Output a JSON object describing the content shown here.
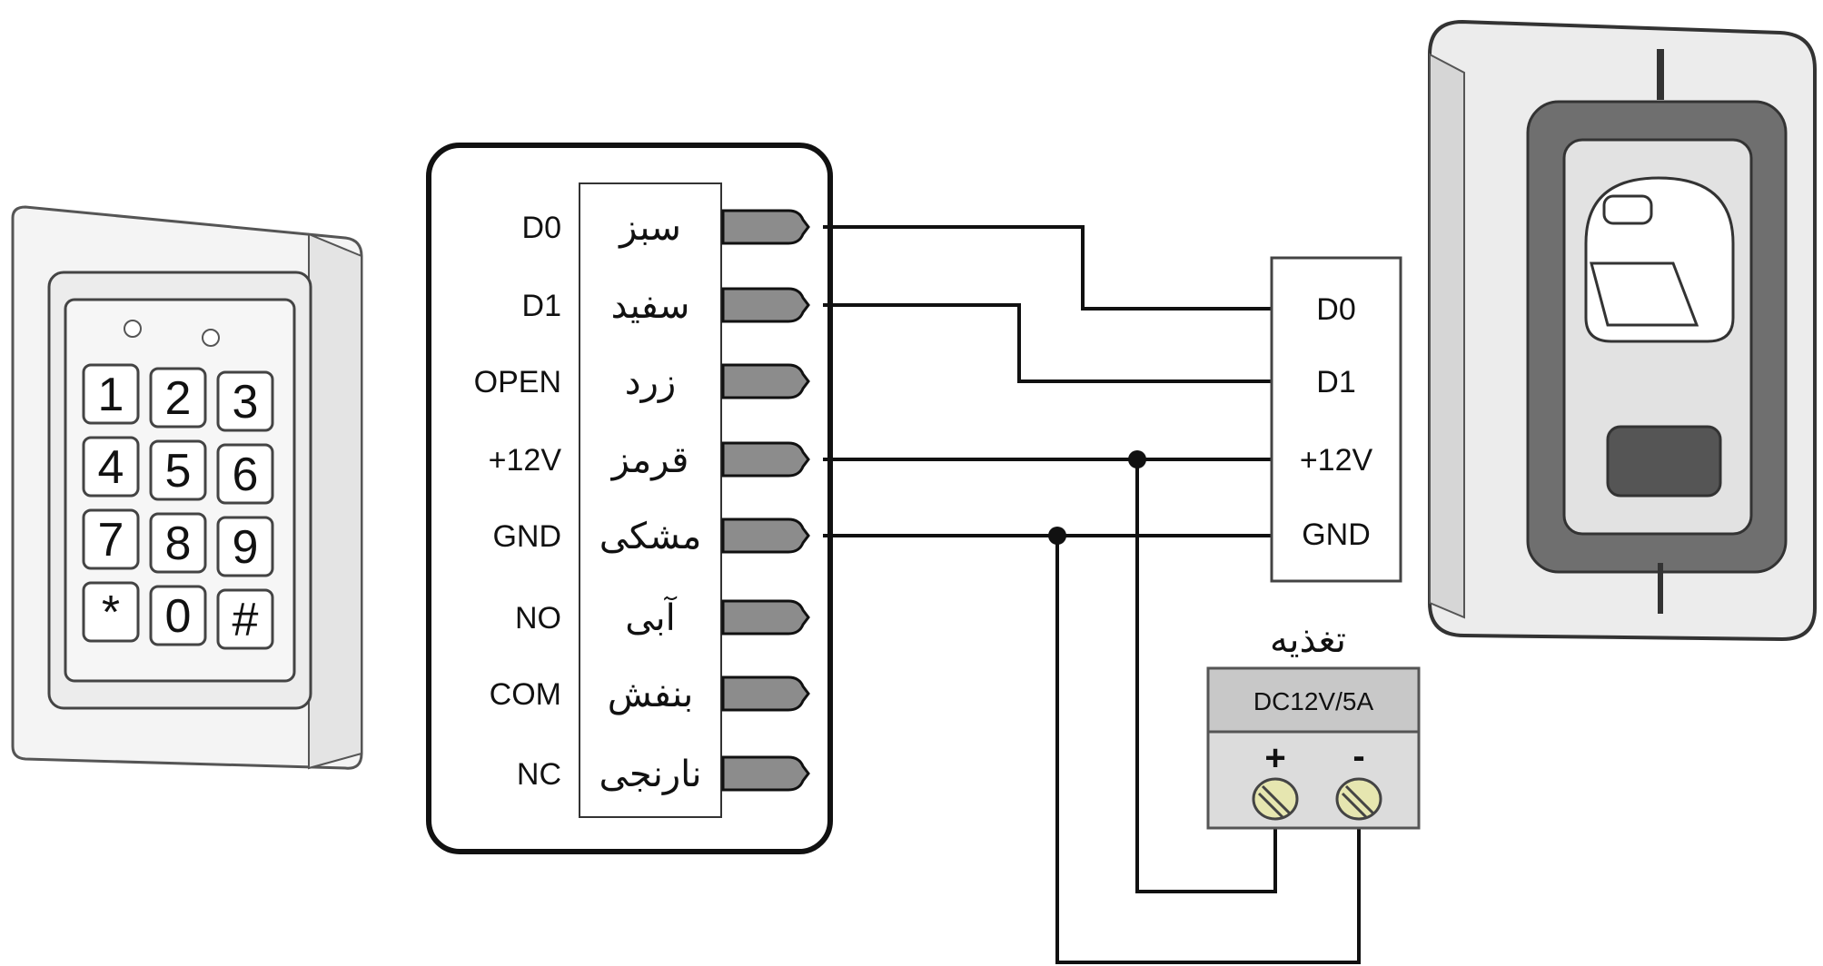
{
  "terminal_block": {
    "rows": [
      {
        "signal": "D0",
        "color": "سبز"
      },
      {
        "signal": "D1",
        "color": "سفید"
      },
      {
        "signal": "OPEN",
        "color": "زرد"
      },
      {
        "signal": "+12V",
        "color": "قرمز"
      },
      {
        "signal": "GND",
        "color": "مشکی"
      },
      {
        "signal": "NO",
        "color": "آبی"
      },
      {
        "signal": "COM",
        "color": "بنفش"
      },
      {
        "signal": "NC",
        "color": "نارنجی"
      }
    ]
  },
  "reader_block": {
    "labels": [
      "D0",
      "D1",
      "+12V",
      "GND"
    ]
  },
  "power_supply": {
    "title": "تغذیه",
    "rating": "DC12V/5A",
    "plus": "+",
    "minus": "-"
  },
  "keypad": {
    "keys": [
      "1",
      "2",
      "3",
      "4",
      "5",
      "6",
      "7",
      "8",
      "9",
      "*",
      "0",
      "#"
    ]
  },
  "colors": {
    "line": "#111111",
    "wire_pin": "#8c8c8c",
    "device_outline": "#333333",
    "device_fill": "#f2f2f2",
    "psu_header": "#c8c8c8",
    "psu_body": "#dcdcdc",
    "reader_dark": "#6f6f6f",
    "screw": "#e6e6b0"
  }
}
